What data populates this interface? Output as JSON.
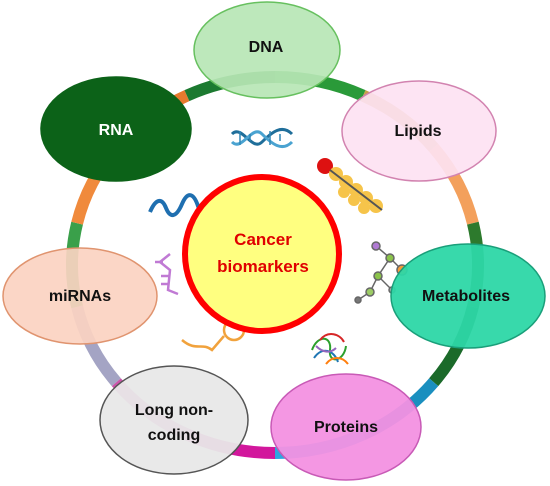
{
  "center": {
    "line1": "Cancer",
    "line2": "biomarkers",
    "fill": "#ffff80",
    "stroke": "#ff0000",
    "text_color": "#e00000"
  },
  "nodes": {
    "dna": {
      "label": "DNA",
      "fill": "#b7e6b5",
      "stroke": "#67c05f",
      "text_color": "#111111"
    },
    "lipids": {
      "label": "Lipids",
      "fill": "#fde2f2",
      "stroke": "#d283b0",
      "text_color": "#111111"
    },
    "metabolites": {
      "label": "Metabolites",
      "fill": "#2dd7a6",
      "stroke": "#1a9f7a",
      "text_color": "#111111"
    },
    "proteins": {
      "label": "Proteins",
      "fill": "#f391e2",
      "stroke": "#c85ab6",
      "text_color": "#111111"
    },
    "long_noncoding": {
      "line1": "Long non-",
      "line2": "coding",
      "fill": "#e8e8e8",
      "stroke": "#555555",
      "text_color": "#111111"
    },
    "mirnas": {
      "label": "miRNAs",
      "fill": "#fbd3c1",
      "stroke": "#e0946f",
      "text_color": "#111111"
    },
    "rna": {
      "label": "RNA",
      "fill": "#0c6218",
      "stroke": "#0c6218",
      "text_color": "#ffffff"
    }
  },
  "ring": {
    "colors": [
      "#2a9a39",
      "#c9a04b",
      "#f3a05c",
      "#2d7a2d",
      "#1b6a2a",
      "#1a8fbf",
      "#2ea6e0",
      "#d2179c",
      "#cc55aa",
      "#a4a4c4",
      "#3aa04a",
      "#f08a3c",
      "#e67a2e",
      "#1c7a30"
    ]
  },
  "icons": {
    "dna_helix": "dna-helix-icon",
    "lipid_chain": "lipid-chain-icon",
    "rna_strand": "rna-strand-icon",
    "metabolite_molecule": "metabolite-molecule-icon",
    "mirna_hairpin": "mirna-icon",
    "lncrna_loop": "lncrna-loop-icon",
    "protein_structure": "protein-structure-icon"
  }
}
